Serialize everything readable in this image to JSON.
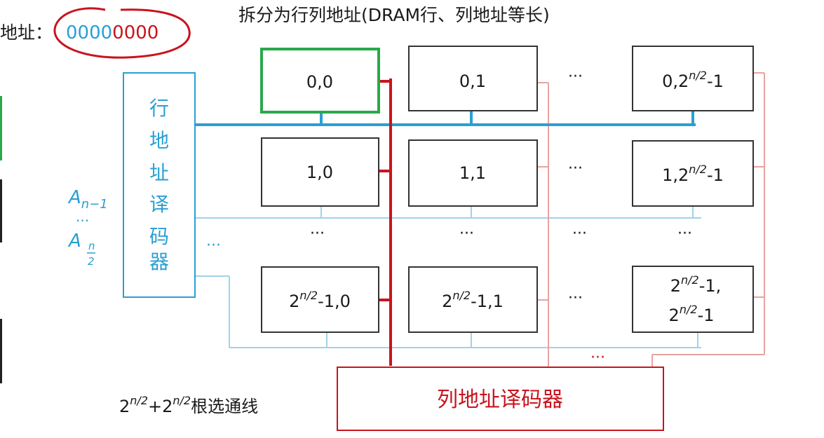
{
  "title": "拆分为行列地址(DRAM行、列地址等长)",
  "address": {
    "label": "地址：",
    "row_bits": "0000",
    "col_bits": "0000"
  },
  "row_decoder": {
    "label": [
      "行",
      "地",
      "址",
      "译",
      "码",
      "器"
    ]
  },
  "col_decoder": {
    "label": "列地址译码器"
  },
  "address_input": {
    "high": "A",
    "high_sub": "n−1",
    "dots": "···",
    "low": "A",
    "low_sub_num": "n",
    "low_sub_den": "2"
  },
  "cells": {
    "r0c0": "0,0",
    "r0c1": "0,1",
    "r1c0": "1,0",
    "r1c1": "1,1",
    "last_row_prefix": "2",
    "sup": "n/2",
    "rlast_c0_suffix": "-1,0",
    "rlast_c1_suffix": "-1,1",
    "col_last_prefix_r0": "0,2",
    "col_last_prefix_r1": "1,2",
    "minus_one": "-1",
    "corner_line1_suffix": "-1,"
  },
  "dots": "···",
  "select_lines": {
    "base": "2",
    "sup": "n/2",
    "plus": "+",
    "suffix": "根选通线"
  },
  "colors": {
    "blue": "#2a9fd4",
    "light_blue": "#9fd3ea",
    "red": "#c8141e",
    "light_red": "#e8a3a3",
    "green": "#2aa84a",
    "box_border": "#333333",
    "text": "#1a1a1a"
  }
}
